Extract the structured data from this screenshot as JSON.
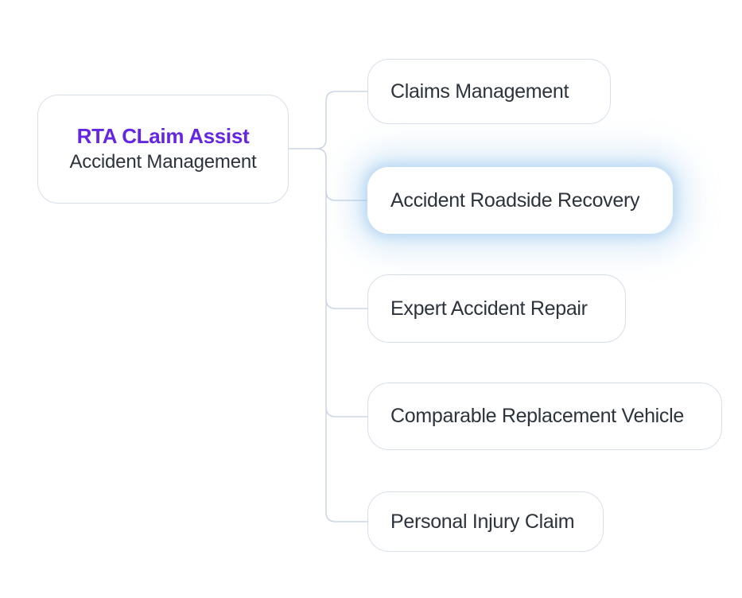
{
  "root_node": {
    "title": "RTA CLaim Assist",
    "subtitle": "Accident Management"
  },
  "children": [
    {
      "label": "Claims Management",
      "highlighted": false
    },
    {
      "label": "Accident Roadside Recovery",
      "highlighted": true
    },
    {
      "label": "Expert Accident Repair",
      "highlighted": false
    },
    {
      "label": "Comparable Replacement Vehicle",
      "highlighted": false
    },
    {
      "label": "Personal Injury Claim",
      "highlighted": false
    }
  ],
  "colors": {
    "accent": "#6526e4",
    "text": "#2d333b",
    "border": "#d8dfe9",
    "line": "#cbd5e4",
    "node_bg": "#ffffff",
    "glow": "#9cc8ef",
    "background": "#ffffff"
  }
}
